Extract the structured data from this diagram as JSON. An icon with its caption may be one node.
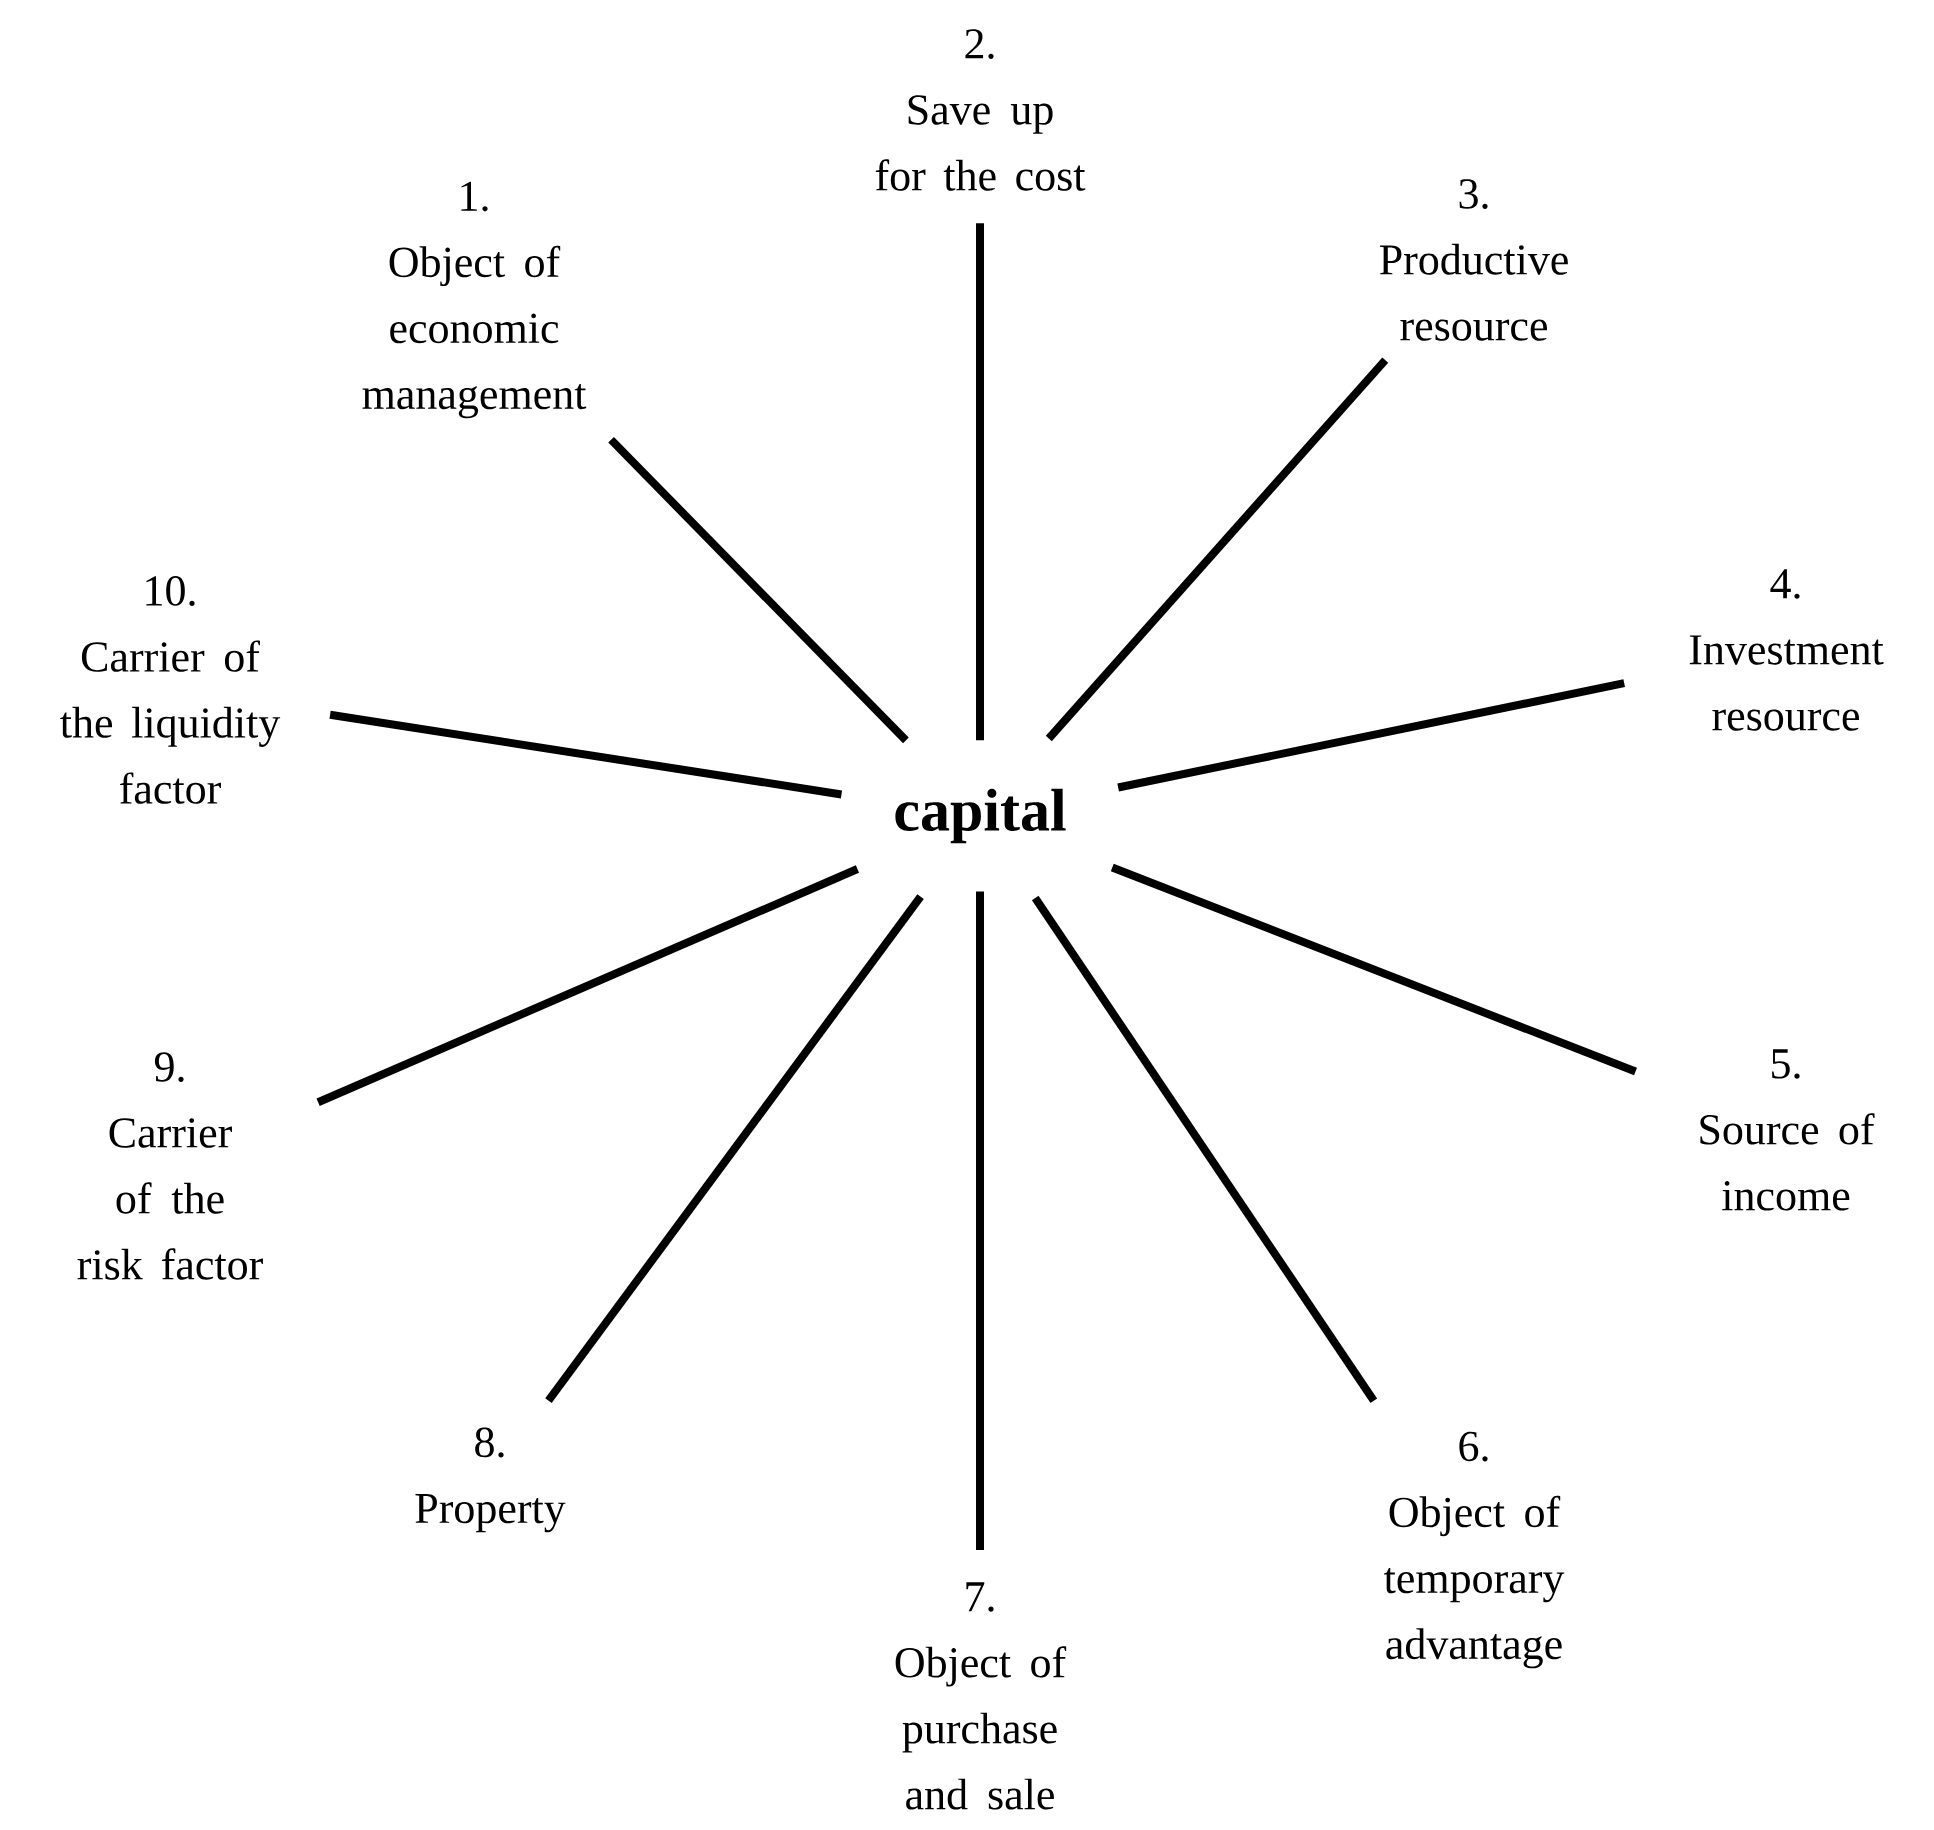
{
  "diagram": {
    "nodes": [
      {
        "text": [
          "capital"
        ]
      },
      {
        "text": [
          "1.",
          "Object of economic management"
        ]
      },
      {
        "text": [
          "2.",
          "Save up for the cost"
        ]
      },
      {
        "text": [
          "3.",
          "Productive resource"
        ]
      },
      {
        "text": [
          "4.",
          "Investment resource"
        ]
      },
      {
        "text": [
          "5.",
          "Source of income"
        ]
      },
      {
        "text": [
          "6.",
          "Object of temporary advantage"
        ]
      },
      {
        "text": [
          "7.",
          "Object of purchase and sale"
        ]
      },
      {
        "text": [
          "8.",
          "Property"
        ]
      },
      {
        "text": [
          "9.",
          "Carrier of the risk factor"
        ]
      },
      {
        "text": [
          "10.",
          "Carrier of the liquidity factor"
        ]
      }
    ],
    "edges": [
      {
        "from": 0,
        "to": 1,
        "arrow": "none"
      },
      {
        "from": 0,
        "to": 2,
        "arrow": "none"
      },
      {
        "from": 0,
        "to": 3,
        "arrow": "none"
      },
      {
        "from": 0,
        "to": 4,
        "arrow": "none"
      },
      {
        "from": 0,
        "to": 5,
        "arrow": "none"
      },
      {
        "from": 0,
        "to": 6,
        "arrow": "none"
      },
      {
        "from": 0,
        "to": 7,
        "arrow": "none"
      },
      {
        "from": 0,
        "to": 8,
        "arrow": "none"
      },
      {
        "from": 0,
        "to": 9,
        "arrow": "none"
      },
      {
        "from": 0,
        "to": 10,
        "arrow": "none"
      }
    ]
  }
}
